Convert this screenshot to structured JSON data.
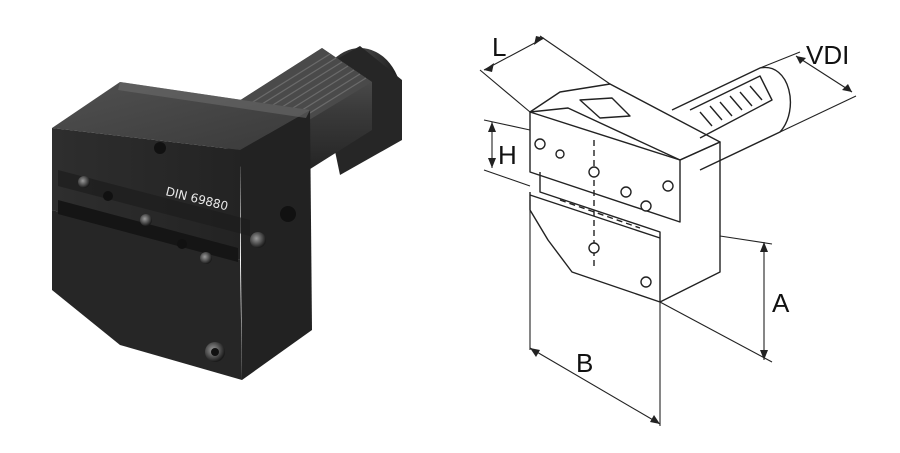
{
  "photo": {
    "engraving": "DIN 69880"
  },
  "drawing": {
    "dimensions": {
      "L": "L",
      "VDI": "VDI",
      "H": "H",
      "A": "A",
      "B": "B"
    }
  },
  "colors": {
    "body_dark": "#2a2a2a",
    "body_mid": "#3a3a3a",
    "body_light": "#4a4a4a",
    "line": "#222222"
  }
}
